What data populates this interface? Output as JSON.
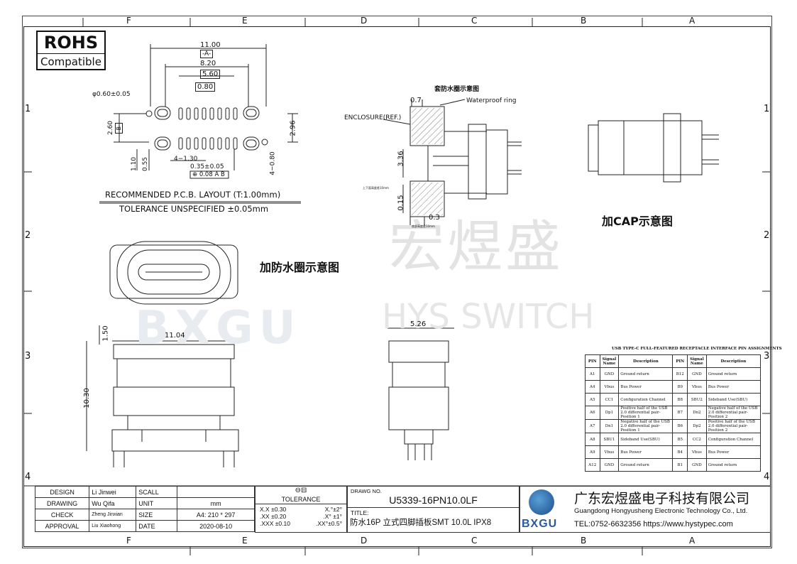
{
  "columns_top": [
    "F",
    "E",
    "D",
    "C",
    "B",
    "A"
  ],
  "columns_bottom": [
    "F",
    "E",
    "D",
    "C",
    "B",
    "A"
  ],
  "rows_left": [
    "1",
    "2",
    "3",
    "4"
  ],
  "rows_right": [
    "1",
    "2",
    "3",
    "4"
  ],
  "rohs": {
    "title": "ROHS",
    "subtitle": "Compatible"
  },
  "pcb": {
    "dims": {
      "d1100": "11.00",
      "dA": "-A-",
      "d820": "8.20",
      "d560": "5.60",
      "d080": "0.80",
      "phi": "φ0.60±0.05",
      "d260": "2.60",
      "dB": "-B-",
      "d296": "2.96",
      "d110": "1.10",
      "d055": "0.55",
      "d4130": "4−1.30",
      "d035": "0.35±0.05",
      "tol": "⊕ 0.08 A B",
      "d480": "4−0.80"
    },
    "title": "RECOMMENDED   P.C.B.  LAYOUT  (T:1.00mm)",
    "tolerance": "TOLERANCE  UNSPECIFIED  ±0.05mm"
  },
  "waterproof_side": {
    "title": "套防水圈示意图",
    "d07": "0.7",
    "ring": "Waterproof  ring",
    "enclosure": "ENCLOSURE(REF.)",
    "d336": "3.36",
    "d015": "0.15",
    "d03": "0.3",
    "small1": "上下面高度差10mm",
    "small2": "底部高度差10mm"
  },
  "cap_label": "加CAP示意图",
  "waterproof_label": "加防水圈示意图",
  "watermark": {
    "cn": "宏煜盛",
    "en": "HYS SWITCH",
    "logo": "BXGU"
  },
  "front": {
    "d150": "1.50",
    "d1104": "11.04",
    "d1030": "10.30"
  },
  "side": {
    "d526": "5.26"
  },
  "pin_table": {
    "title": "USB TYPE-C FULL-FEATURED RECEPTACLE INTERFACE PIN ASSIGNMENTS",
    "headers": [
      "PIN",
      "Signal Name",
      "Description",
      "PIN",
      "Signal Name",
      "Description"
    ],
    "rows": [
      [
        "A1",
        "GND",
        "Ground return",
        "B12",
        "GND",
        "Ground return"
      ],
      [
        "A4",
        "Vbus",
        "Bus Power",
        "B9",
        "Vbus",
        "Bus Power"
      ],
      [
        "A5",
        "CC1",
        "Configuration Channel",
        "B8",
        "SBU2",
        "Sideband Use(SBU)"
      ],
      [
        "A6",
        "Dp1",
        "Positive half of the USB 2.0 differential pair-Position 1",
        "B7",
        "Dn2",
        "Negative half of the USB 2.0 differential pair-Position 2"
      ],
      [
        "A7",
        "Dn1",
        "Negative half of the USB 2.0 differential pair-Position 1",
        "B6",
        "Dp2",
        "Positive half of the USB 2.0 differential pair-Position 2"
      ],
      [
        "A8",
        "SBU1",
        "Sideband Use(SBU)",
        "B5",
        "CC2",
        "Configuration Channel"
      ],
      [
        "A9",
        "Vbus",
        "Bus Power",
        "B4",
        "Vbus",
        "Bus Power"
      ],
      [
        "A12",
        "GND",
        "Ground return",
        "B1",
        "GND",
        "Ground return"
      ]
    ]
  },
  "title_block": {
    "design": "DESIGN",
    "design_name": "Li Jinwei",
    "scall": "SCALL",
    "drawing": "DRAWING",
    "drawing_name": "Wu Qifa",
    "unit": "UNIT",
    "unit_val": "mm",
    "check": "CHECK",
    "check_name": "Zheng Jinxian",
    "size": "SIZE",
    "size_val": "A4: 210 * 297",
    "approval": "APPROVAL",
    "approval_name": "Liu Xiaohong",
    "date": "DATE",
    "date_val": "2020-08-10",
    "tolerance": "TOLERANCE",
    "tol_rows": [
      [
        "X.X  ±0.30",
        "X.°±2°"
      ],
      [
        ".XX  ±0.20",
        ".X° ±1°"
      ],
      [
        ".XXX  ±0.10",
        ".XX°±0.5°"
      ]
    ],
    "drawing_no_label": "DRAWG NO.",
    "drawing_no": "U5339-16PN10.0LF",
    "title_label": "TITLE:",
    "title": "防水16P 立式四脚插板SMT 10.0L IPX8",
    "company_cn": "广东宏煜盛电子科技有限公司",
    "company_en": "Guangdong Hongyusheng Electronic Technology Co., Ltd.",
    "contact": "TEL:0752-6632356  https://www.hystypec.com",
    "logo": "BXGU"
  }
}
